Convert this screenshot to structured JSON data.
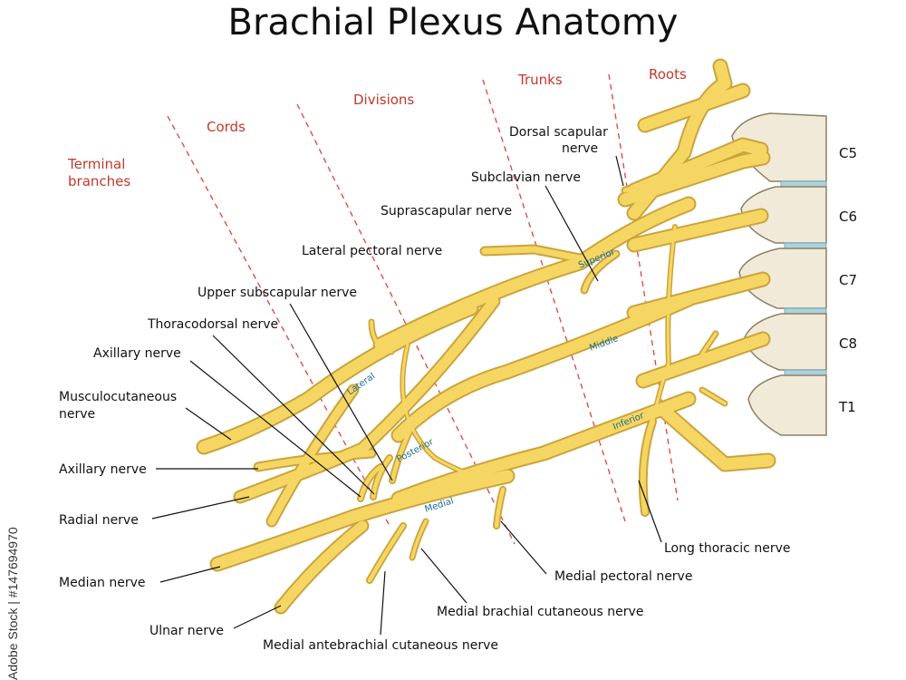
{
  "title": "Brachial Plexus Anatomy",
  "credit": "Adobe Stock | #147694970",
  "colors": {
    "nerve_fill": "#f6d663",
    "nerve_stroke": "#caa43c",
    "section_label": "#c0392b",
    "dashed_line": "#e0413a",
    "trunk_label": "#1a6e8a",
    "vertebra": "#f1ead8",
    "disc": "#a9d3de"
  },
  "sections": {
    "roots": "Roots",
    "trunks": "Trunks",
    "divisions": "Divisions",
    "cords": "Cords",
    "terminal_line1": "Terminal",
    "terminal_line2": "branches"
  },
  "vertebrae": [
    "C5",
    "C6",
    "C7",
    "C8",
    "T1"
  ],
  "trunk_labels": {
    "superior": "Superior",
    "middle": "Middle",
    "inferior": "Inferior",
    "lateral": "Lateral",
    "posterior": "Posterior",
    "medial": "Medial"
  },
  "nerves": {
    "dorsal_scapular_1": "Dorsal scapular",
    "dorsal_scapular_2": "nerve",
    "subclavian": "Subclavian nerve",
    "suprascapular": "Suprascapular nerve",
    "lateral_pectoral": "Lateral pectoral nerve",
    "upper_subscapular": "Upper subscapular nerve",
    "thoracodorsal": "Thoracodorsal nerve",
    "axillary_upper": "Axillary nerve",
    "musculocutaneous_1": "Musculocutaneous",
    "musculocutaneous_2": "nerve",
    "axillary_lower": "Axillary nerve",
    "radial": "Radial nerve",
    "median": "Median nerve",
    "ulnar": "Ulnar nerve",
    "medial_antebrachial": "Medial antebrachial cutaneous nerve",
    "medial_brachial": "Medial brachial cutaneous nerve",
    "medial_pectoral": "Medial pectoral nerve",
    "long_thoracic": "Long thoracic nerve"
  }
}
